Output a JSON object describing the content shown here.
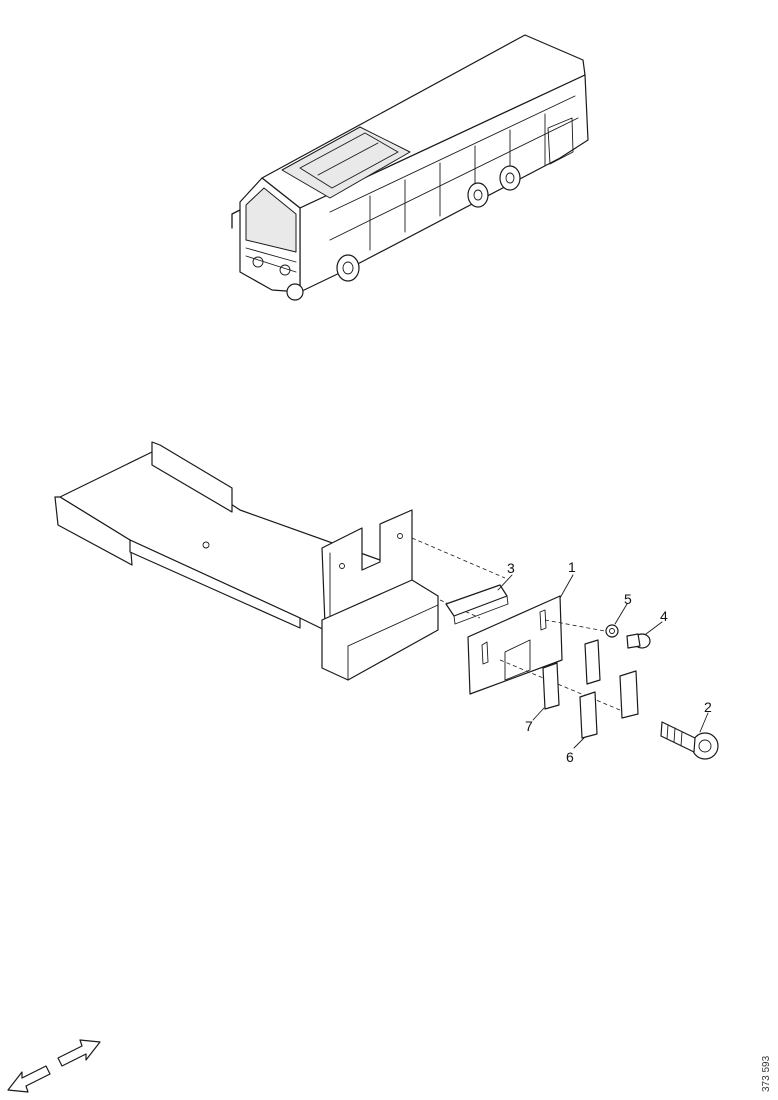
{
  "callouts": [
    {
      "id": "1",
      "label": "1"
    },
    {
      "id": "2",
      "label": "2"
    },
    {
      "id": "3",
      "label": "3"
    },
    {
      "id": "4",
      "label": "4"
    },
    {
      "id": "5",
      "label": "5"
    },
    {
      "id": "6",
      "label": "6"
    },
    {
      "id": "7",
      "label": "7"
    }
  ],
  "drawing_reference": "373 593",
  "icons": {
    "vehicle": "bus-locator-icon",
    "direction": "double-arrow-icon"
  }
}
